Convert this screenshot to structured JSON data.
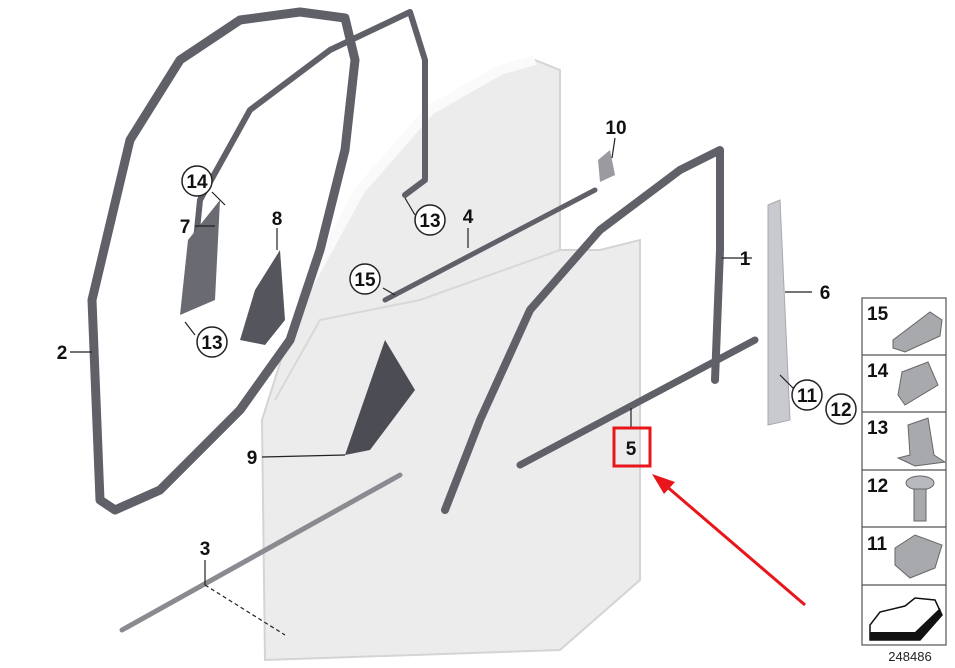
{
  "diagram": {
    "callouts": [
      {
        "label": "1",
        "circled": false
      },
      {
        "label": "2",
        "circled": false
      },
      {
        "label": "3",
        "circled": false
      },
      {
        "label": "4",
        "circled": false
      },
      {
        "label": "5",
        "circled": false,
        "highlighted": true
      },
      {
        "label": "6",
        "circled": false
      },
      {
        "label": "7",
        "circled": false
      },
      {
        "label": "8",
        "circled": false
      },
      {
        "label": "9",
        "circled": false
      },
      {
        "label": "10",
        "circled": false
      },
      {
        "label": "11",
        "circled": true
      },
      {
        "label": "12",
        "circled": true
      },
      {
        "label": "13",
        "circled": true
      },
      {
        "label": "13",
        "circled": true
      },
      {
        "label": "14",
        "circled": true
      },
      {
        "label": "15",
        "circled": true
      }
    ],
    "legend": [
      {
        "label": "15",
        "icon": "clip-icon"
      },
      {
        "label": "14",
        "icon": "clip-icon"
      },
      {
        "label": "13",
        "icon": "clamp-icon"
      },
      {
        "label": "12",
        "icon": "screw-icon"
      },
      {
        "label": "11",
        "icon": "nut-icon"
      },
      {
        "label": "",
        "icon": "direction-arrow-icon"
      }
    ],
    "diagram_number": "248486",
    "highlight_color": "#e8161b",
    "seal_color": "#5f6068"
  }
}
